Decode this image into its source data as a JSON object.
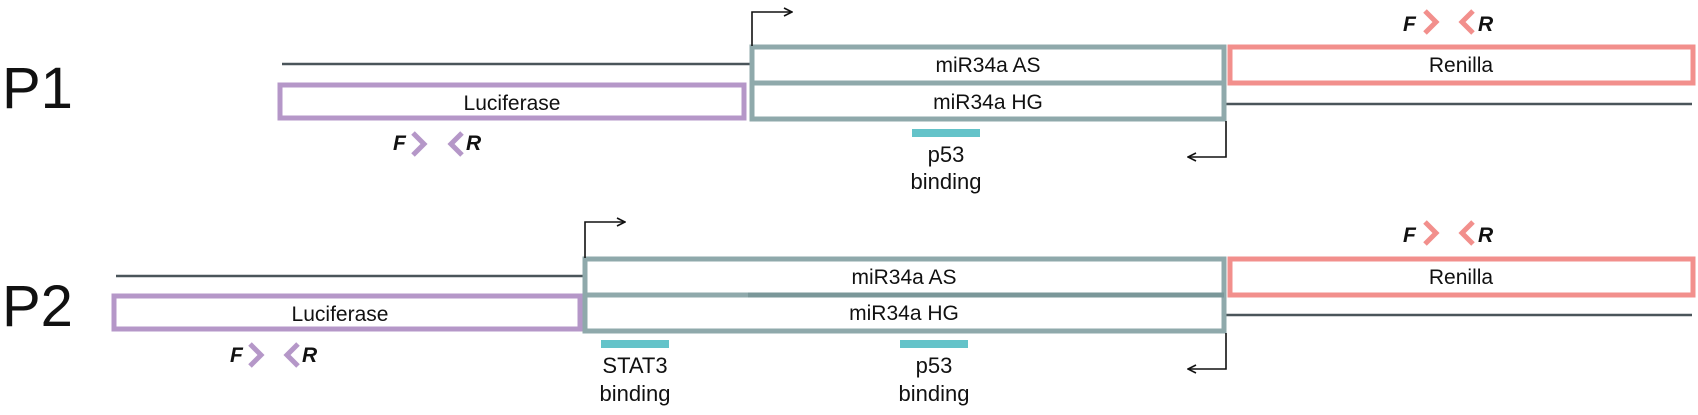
{
  "colors": {
    "luciferase": "#b597c8",
    "mir34a": "#8fa9ab",
    "mir34a_dark": "#7a9799",
    "renilla": "#f28f8c",
    "backbone": "#4a555a",
    "binding": "#64c3c9",
    "arrow": "#111111"
  },
  "p1": {
    "label": "P1",
    "luciferase": "Luciferase",
    "as": "miR34a AS",
    "hg": "miR34a HG",
    "renilla": "Renilla",
    "p53_1": "p53",
    "p53_2": "binding",
    "f_luc": "F",
    "r_luc": "R",
    "f_ren": "F",
    "r_ren": "R"
  },
  "p2": {
    "label": "P2",
    "luciferase": "Luciferase",
    "as": "miR34a AS",
    "hg": "miR34a HG",
    "renilla": "Renilla",
    "stat3_1": "STAT3",
    "stat3_2": "binding",
    "p53_1": "p53",
    "p53_2": "binding",
    "f_luc": "F",
    "r_luc": "R",
    "f_ren": "F",
    "r_ren": "R"
  }
}
